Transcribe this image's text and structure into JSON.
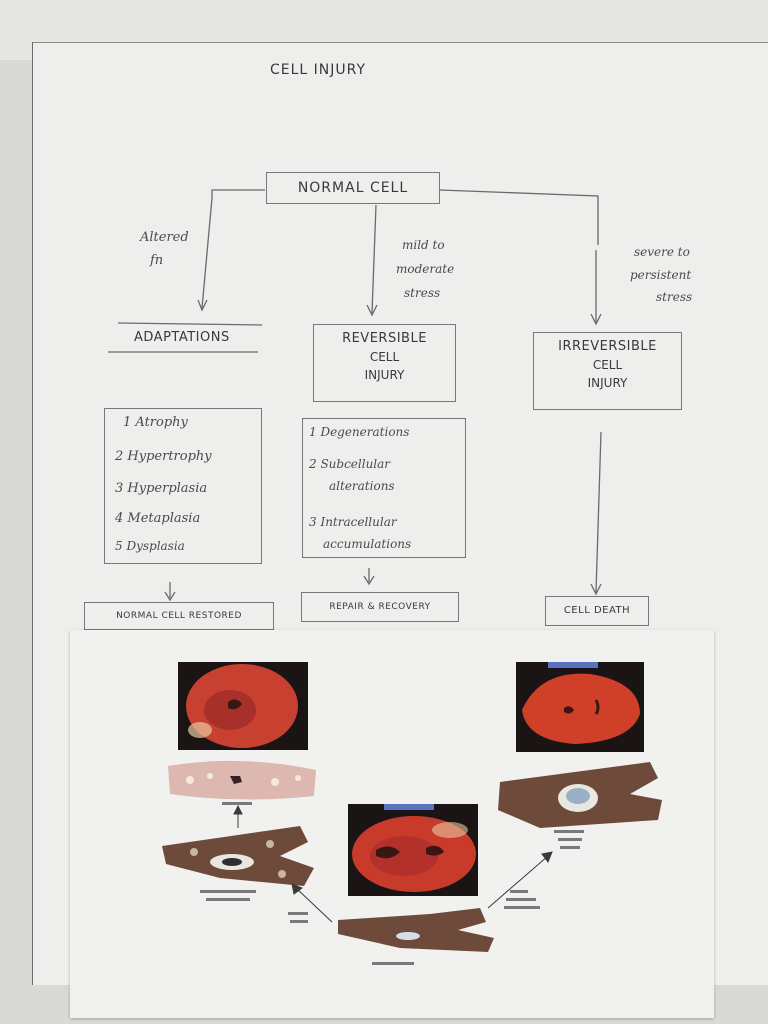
{
  "title": "CELL INJURY",
  "normal_cell": "NORMAL CELL",
  "edge_labels": {
    "left": [
      "Altered",
      "fn"
    ],
    "middle": [
      "mild to",
      "moderate",
      "stress"
    ],
    "right": [
      "severe to",
      "persistent",
      "stress"
    ]
  },
  "adaptations": {
    "heading": "ADAPTATIONS",
    "items": [
      "1 Atrophy",
      "2 Hypertrophy",
      "3 Hyperplasia",
      "4 Metaplasia",
      "5 Dysplasia"
    ],
    "outcome": "NORMAL CELL RESTORED"
  },
  "reversible": {
    "heading": [
      "REVERSIBLE",
      "CELL",
      "INJURY"
    ],
    "items": [
      "1 Degenerations",
      "2 Subcellular",
      "alterations",
      "3 Intracellular",
      "accumulations"
    ],
    "outcome": "REPAIR & RECOVERY"
  },
  "irreversible": {
    "heading": [
      "IRREVERSIBLE",
      "CELL",
      "INJURY"
    ],
    "outcome": "CELL DEATH"
  },
  "colors": {
    "paper": "#eeeeec",
    "ink": "#3a3a3a",
    "myocardium": "#c83a2a",
    "muscle_brown": "#6e4a3a"
  },
  "figure_icons": [
    "heart-section-left",
    "heart-section-right",
    "heart-section-center",
    "dead-cells-strip",
    "adapted-myocyte",
    "injured-myocyte",
    "normal-myocyte"
  ]
}
